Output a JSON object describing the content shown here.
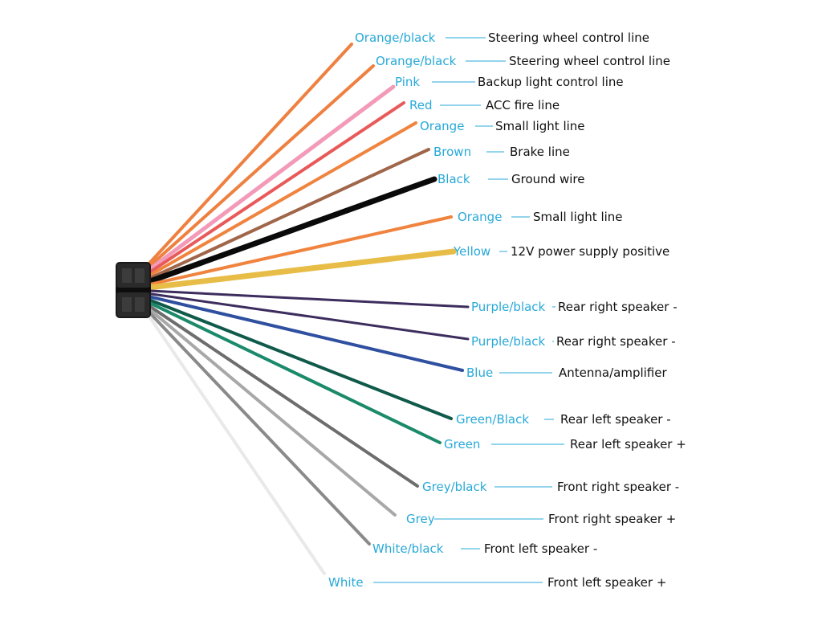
{
  "diagram": {
    "wires": [
      {
        "color_name": "Orange/black",
        "function": "Steering wheel control line",
        "wire_color": "#ee8040"
      },
      {
        "color_name": "Orange/black",
        "function": "Steering wheel control line",
        "wire_color": "#ee8040"
      },
      {
        "color_name": "Pink",
        "function": "Backup light control line",
        "wire_color": "#f29ab8"
      },
      {
        "color_name": "Red",
        "function": "ACC fire line",
        "wire_color": "#e85a5a"
      },
      {
        "color_name": "Orange",
        "function": "Small light line",
        "wire_color": "#f0833e"
      },
      {
        "color_name": "Brown",
        "function": "Brake line",
        "wire_color": "#a0664a"
      },
      {
        "color_name": "Black",
        "function": "Ground wire",
        "wire_color": "#0a0a0a"
      },
      {
        "color_name": "Orange",
        "function": "Small light line",
        "wire_color": "#f0833e"
      },
      {
        "color_name": "Yellow",
        "function": "12V power supply positive",
        "wire_color": "#e7bd48"
      },
      {
        "color_name": "Purple/black",
        "function": "Rear right speaker -",
        "wire_color": "#3c2d5e"
      },
      {
        "color_name": "Purple/black",
        "function": "Rear right speaker -",
        "wire_color": "#3c2d5e"
      },
      {
        "color_name": "Blue",
        "function": "Antenna/amplifier",
        "wire_color": "#2f4fa0"
      },
      {
        "color_name": "Green/Black",
        "function": "Rear left speaker -",
        "wire_color": "#0f5a4a"
      },
      {
        "color_name": "Green",
        "function": "Rear left speaker +",
        "wire_color": "#1b8a6a"
      },
      {
        "color_name": "Grey/black",
        "function": "Front right speaker -",
        "wire_color": "#6d6d6d"
      },
      {
        "color_name": "Grey",
        "function": "Front right speaker +",
        "wire_color": "#a8a8a8"
      },
      {
        "color_name": "White/black",
        "function": "Front left speaker -",
        "wire_color": "#8a8a8a"
      },
      {
        "color_name": "White",
        "function": "Front left speaker +",
        "wire_color": "#eeeeee"
      }
    ],
    "label_color": "#28a9d8",
    "text_color": "#111111",
    "connector_color": "#1a1a1a"
  }
}
